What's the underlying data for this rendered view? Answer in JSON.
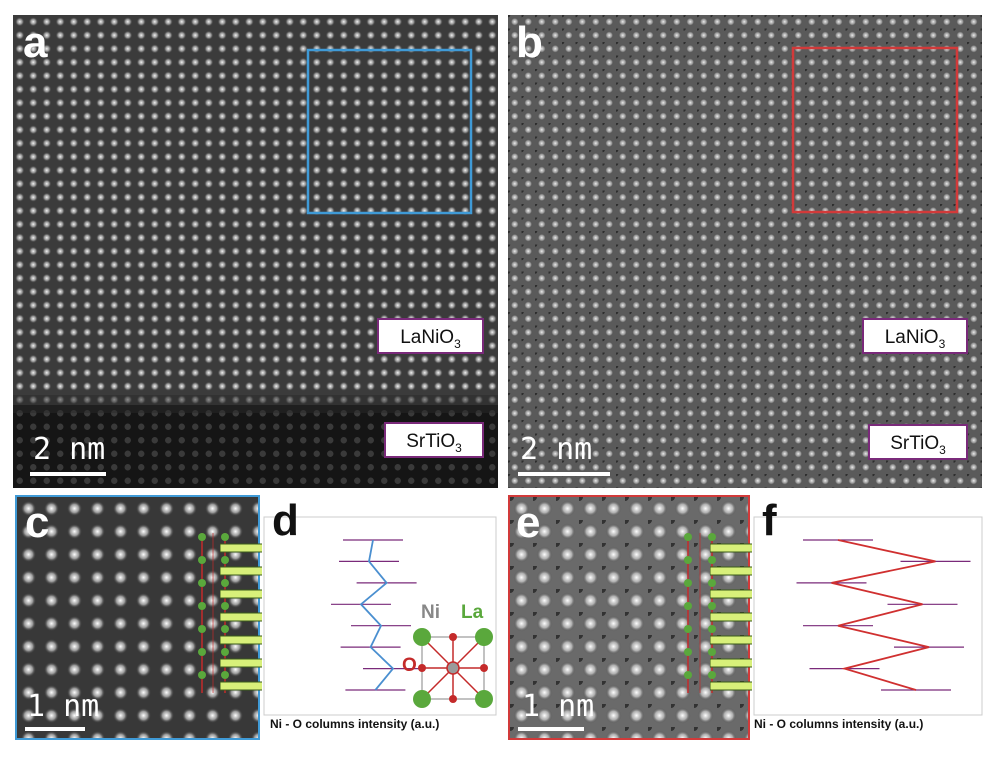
{
  "colors": {
    "blue_box": "#3f9ad6",
    "red_box": "#d23a3a",
    "ni_o_profile_blue": "#4a8fd0",
    "ni_o_profile_red": "#d03030",
    "reference_lines": "#7a2a7a",
    "arrow_fill": "#d8f07a",
    "la_atom": "#5aa83c",
    "o_atom": "#c42a2a",
    "ni_label": "#888888",
    "la_label": "#5aa83c",
    "o_label": "#c42a2a"
  },
  "panels": {
    "a": {
      "label": "a",
      "top_material": {
        "base": "LaNiO",
        "sub": "3"
      },
      "bottom_material": {
        "base": "SrTiO",
        "sub": "3"
      },
      "scale": "2 nm"
    },
    "b": {
      "label": "b",
      "top_material": {
        "base": "LaNiO",
        "sub": "3"
      },
      "bottom_material": {
        "base": "SrTiO",
        "sub": "3"
      },
      "scale": "2 nm"
    },
    "c": {
      "label": "c",
      "scale": "1 nm"
    },
    "d": {
      "label": "d",
      "axis_label": "Ni - O columns intensity (a.u.)",
      "legend": {
        "ni": "Ni",
        "la": "La",
        "o": "O"
      },
      "profile": [
        0.45,
        0.4,
        0.62,
        0.3,
        0.55,
        0.42,
        0.7,
        0.48
      ]
    },
    "e": {
      "label": "e",
      "scale": "1 nm"
    },
    "f": {
      "label": "f",
      "axis_label": "Ni - O columns intensity (a.u.)",
      "profile": [
        0.2,
        0.95,
        0.15,
        0.85,
        0.2,
        0.9,
        0.25,
        0.8
      ]
    }
  }
}
